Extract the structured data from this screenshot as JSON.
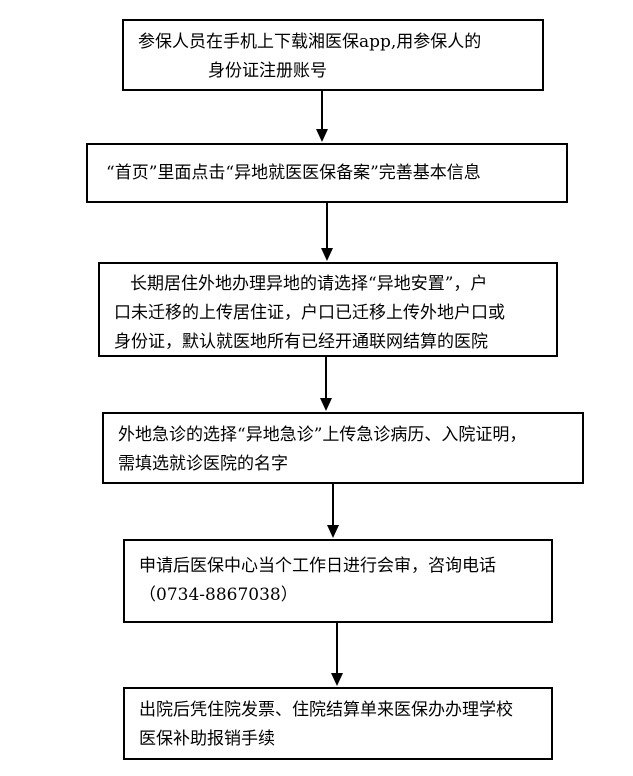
{
  "steps": [
    {
      "lines": [
        "参保人员在手机上下载湘医保app,用参保人的",
        "身份证注册账号"
      ]
    },
    {
      "lines": [
        "“首页”里面点击“异地就医医保备案”完善基本信息"
      ]
    },
    {
      "lines": [
        "长期居住外地办理异地的请选择“异地安置”，户",
        "口未迁移的上传居住证，户口已迁移上传外地户口或",
        "身份证，默认就医地所有已经开通联网结算的医院"
      ]
    },
    {
      "lines": [
        "外地急诊的选择“异地急诊”上传急诊病历、入院证明，",
        "需填选就诊医院的名字"
      ]
    },
    {
      "lines": [
        "申请后医保中心当个工作日进行会审，咨询电话",
        "（0734-8867038）"
      ]
    },
    {
      "lines": [
        "出院后凭住院发票、住院结算单来医保办办理学校",
        "医保补助报销手续"
      ]
    }
  ],
  "colors": {
    "stroke": "#000000",
    "background": "#ffffff"
  }
}
